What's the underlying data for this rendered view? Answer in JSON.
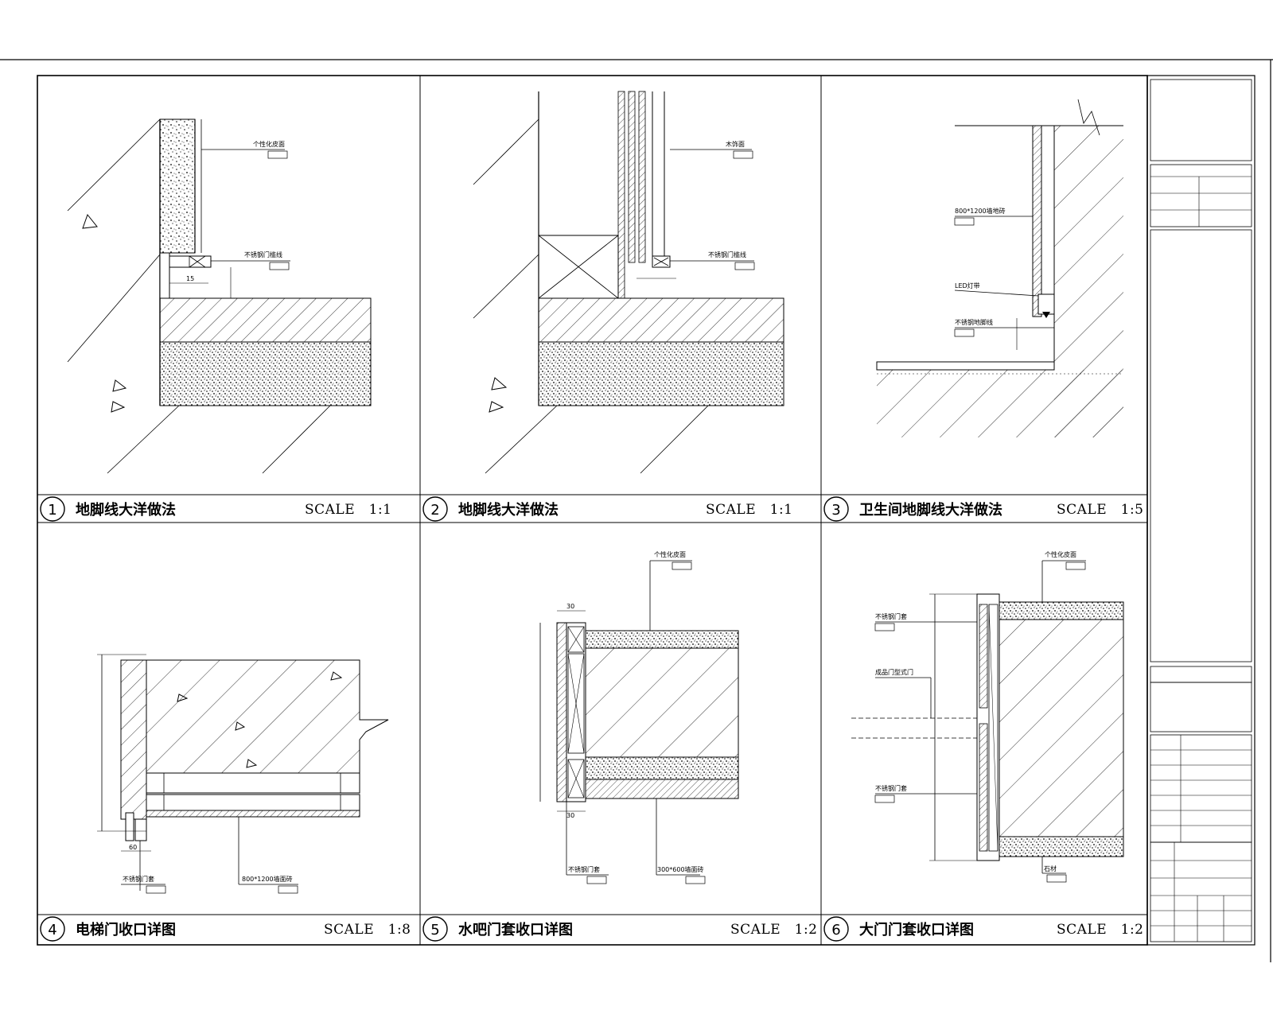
{
  "panels": [
    {
      "number": "1",
      "title": "地脚线大洋做法",
      "scale": "SCALE　1:1"
    },
    {
      "number": "2",
      "title": "地脚线大洋做法",
      "scale": "SCALE　1:1"
    },
    {
      "number": "3",
      "title": "卫生间地脚线大洋做法",
      "scale": "SCALE　1:5"
    },
    {
      "number": "4",
      "title": "电梯门收口详图",
      "scale": "SCALE　1:8"
    },
    {
      "number": "5",
      "title": "水吧门套收口详图",
      "scale": "SCALE　1:2"
    },
    {
      "number": "6",
      "title": "大门门套收口详图",
      "scale": "SCALE　1:2"
    }
  ],
  "annotations": {
    "p1_a": "不锈钢门槛线",
    "p3_led": "LED灯带",
    "p3_tile": "800*1200墙地砖",
    "p3_ss": "不锈钢地脚线",
    "p4_ss": "不锈钢门套",
    "p4_tile": "800*1200墙面砖",
    "p5_ss": "不锈钢门套",
    "p5_tile": "300*600墙面砖",
    "p6_ss1": "不锈钢门套",
    "p6_ss2": "不锈钢门套",
    "p6_stone": "石材"
  },
  "dims": {
    "p1_15": "15",
    "p4_60": "60",
    "p5_30a": "30",
    "p5_30b": "30"
  }
}
